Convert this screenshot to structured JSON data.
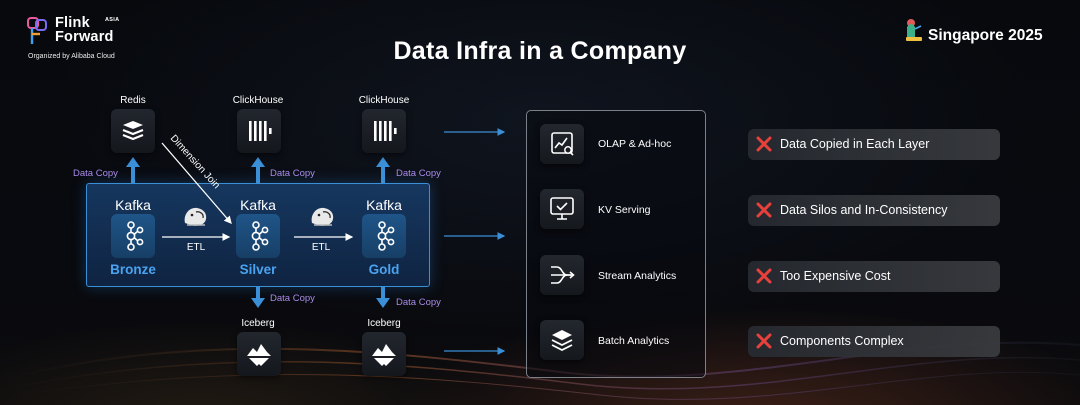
{
  "header": {
    "logo_line1": "Flink",
    "logo_line2": "Forward",
    "logo_badge": "ASIA",
    "organizer": "Organized by Alibaba Cloud",
    "title": "Data Infra in a Company",
    "location": "Singapore 2025"
  },
  "pipeline": {
    "layers": [
      {
        "engine": "Kafka",
        "name": "Bronze"
      },
      {
        "engine": "Kafka",
        "name": "Silver"
      },
      {
        "engine": "Kafka",
        "name": "Gold"
      }
    ],
    "etl_labels": [
      "ETL",
      "ETL"
    ],
    "dimension_join": "Dimension Join",
    "data_copy": "Data Copy",
    "top_sinks": [
      "Redis",
      "ClickHouse",
      "ClickHouse"
    ],
    "bottom_sinks": [
      "Iceberg",
      "Iceberg"
    ]
  },
  "capabilities": [
    {
      "label": "OLAP & Ad-hoc",
      "icon": "chart-search-icon"
    },
    {
      "label": "KV Serving",
      "icon": "monitor-check-icon"
    },
    {
      "label": "Stream Analytics",
      "icon": "stream-icon"
    },
    {
      "label": "Batch Analytics",
      "icon": "layers-icon"
    }
  ],
  "issues": [
    "Data Copied in Each Layer",
    "Data Silos and In-Consistency",
    "Too Expensive Cost",
    "Components Complex"
  ],
  "colors": {
    "accent_blue": "#4aa3f0",
    "data_copy_purple": "#a98be8",
    "issue_red": "#e8413c"
  }
}
